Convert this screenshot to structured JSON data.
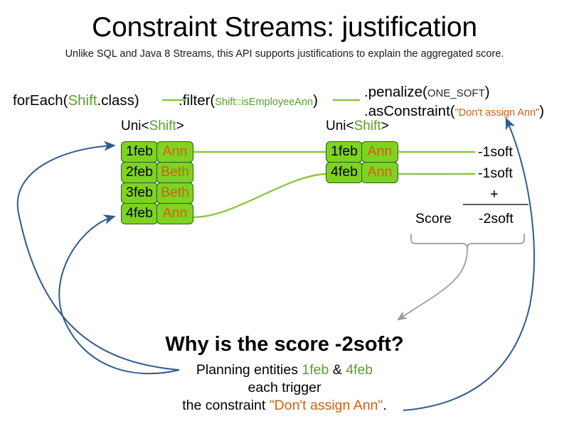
{
  "slide": {
    "title": "Constraint Streams: justification",
    "subtitle": "Unlike SQL and Java 8 Streams, this API supports justifications to explain the aggregated score."
  },
  "colors": {
    "green_accent": "#5aa02c",
    "orange_accent": "#d35f14",
    "box_fill": "#7ed321",
    "box_border": "#2b5c13",
    "connector_green": "#8dc63f",
    "arrow_blue": "#2e5b90",
    "brace_gray": "#9a9a9a"
  },
  "pipeline": {
    "for_each": {
      "prefix": "forEach(",
      "type": "Shift",
      "suffix": ".class)"
    },
    "filter": {
      "prefix": ".filter(",
      "arg": "Shift::isEmployeeAnn",
      "suffix": ")"
    },
    "penalize": {
      "prefix": ".penalize(",
      "arg": "ONE_SOFT",
      "suffix": ")"
    },
    "as_constraint": {
      "prefix": ".asConstraint(",
      "arg": "\"Don't assign Ann\"",
      "suffix": ")"
    }
  },
  "streams": {
    "left": {
      "label_prefix": "Uni<",
      "label_type": "Shift",
      "label_suffix": ">",
      "rows": [
        {
          "date": "1feb",
          "employee": "Ann"
        },
        {
          "date": "2feb",
          "employee": "Beth"
        },
        {
          "date": "3feb",
          "employee": "Beth"
        },
        {
          "date": "4feb",
          "employee": "Ann"
        }
      ]
    },
    "right": {
      "label_prefix": "Uni<",
      "label_type": "Shift",
      "label_suffix": ">",
      "rows": [
        {
          "date": "1feb",
          "employee": "Ann"
        },
        {
          "date": "4feb",
          "employee": "Ann"
        }
      ]
    }
  },
  "score": {
    "impacts": [
      "-1soft",
      "-1soft"
    ],
    "operator": "+",
    "label": "Score",
    "total": "-2soft"
  },
  "explanation": {
    "heading": "Why is the score -2soft?",
    "line1_prefix": "Planning entities ",
    "line1_entity_a": "1feb",
    "line1_conjunction": " & ",
    "line1_entity_b": "4feb",
    "line2": "each trigger",
    "line3_prefix": "the constraint ",
    "line3_constraint": "\"Don't assign Ann\"",
    "line3_suffix": "."
  }
}
